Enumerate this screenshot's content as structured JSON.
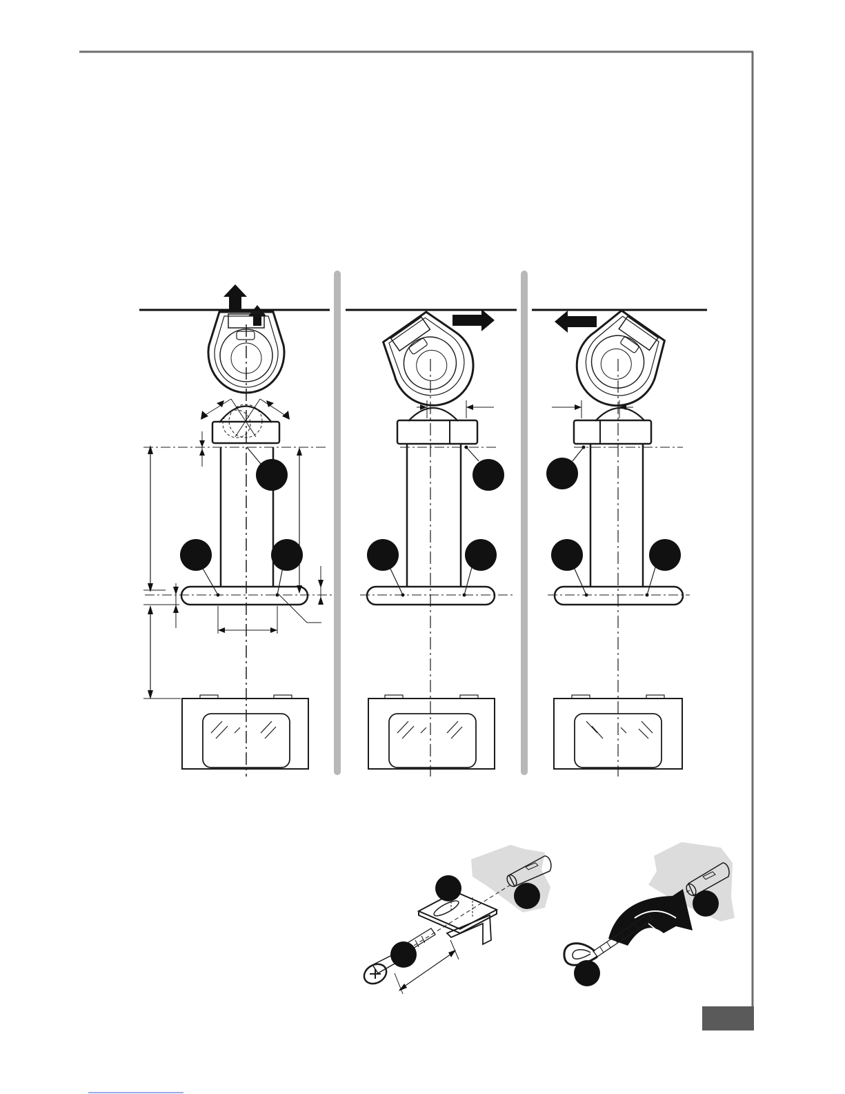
{
  "diagram": {
    "panels": [
      {
        "name": "center-mount",
        "callouts": 3
      },
      {
        "name": "left-mount",
        "callouts": 3
      },
      {
        "name": "right-mount",
        "callouts": 3
      }
    ],
    "fixing_details": [
      {
        "name": "bracket-screw-fixing",
        "callouts": 3
      },
      {
        "name": "hook-screw-fixing",
        "callouts": 2
      }
    ]
  },
  "colors": {
    "frame": "#6e6e6e",
    "panel_divider": "#b8b8b8",
    "wall_shade": "#dcdcdc",
    "callout": "#111111",
    "page_tab": "#5a5a5a"
  },
  "icons": [
    "up-arrow-icon",
    "right-arrow-icon",
    "left-arrow-icon",
    "rotate-arrow-icon"
  ]
}
